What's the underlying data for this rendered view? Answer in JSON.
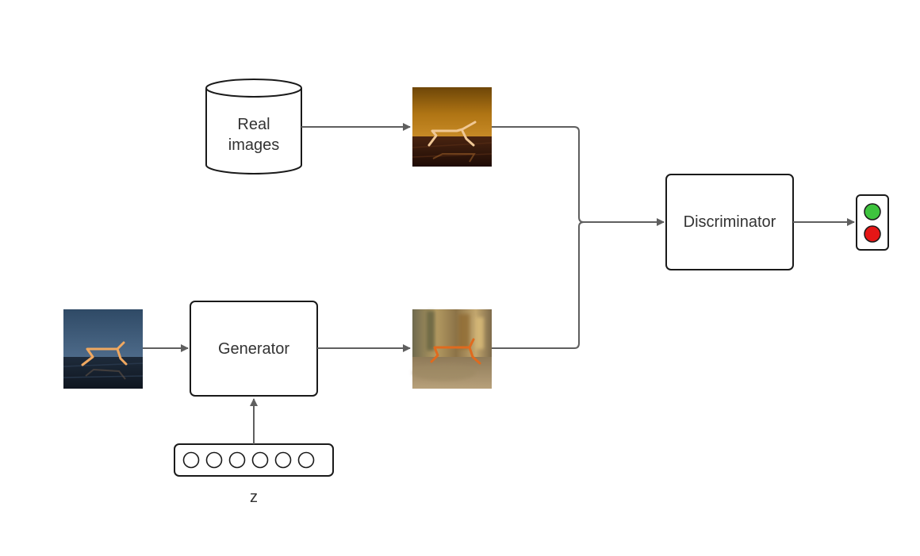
{
  "nodes": {
    "real_images": {
      "label_line1": "Real",
      "label_line2": "images",
      "shape": "cylinder-database"
    },
    "generator": {
      "label": "Generator"
    },
    "discriminator": {
      "label": "Discriminator"
    },
    "latent": {
      "label": "z",
      "circle_count": 6
    }
  },
  "thumbnails": {
    "real_sample": {
      "subject": "walker-robot-render",
      "style": "real",
      "palette": [
        "#8a5a12",
        "#b37518",
        "#3a1d0c"
      ]
    },
    "input_frame": {
      "subject": "walker-robot-render",
      "style": "input",
      "palette": [
        "#3c5876",
        "#26364c",
        "#1a2533"
      ]
    },
    "fake_sample": {
      "subject": "walker-robot-render",
      "style": "generated",
      "palette": [
        "#8c7348",
        "#b39a62",
        "#c97a2e"
      ]
    }
  },
  "output_indicator": {
    "icon": "traffic-light-icon",
    "colors": [
      "#3ec43e",
      "#e51616"
    ]
  },
  "colors": {
    "stroke": "#1a1a1a",
    "arrow": "#5f5f5f",
    "text": "#333333"
  }
}
